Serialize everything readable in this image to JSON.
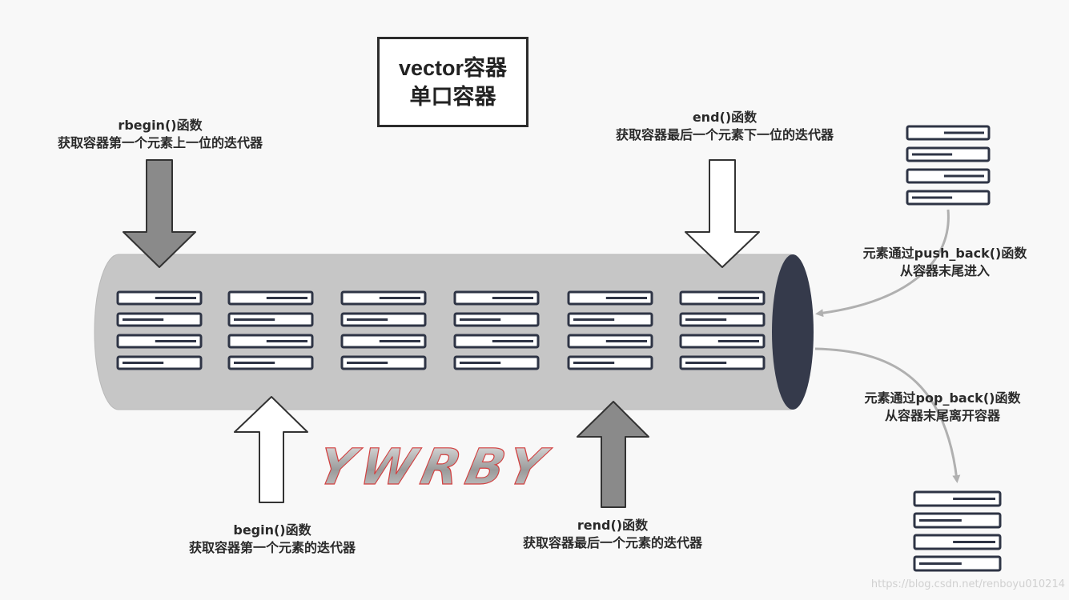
{
  "title": {
    "line1": "vector容器",
    "line2": "单口容器"
  },
  "labels": {
    "rbegin": {
      "line1": "rbegin()函数",
      "line2": "获取容器第一个元素上一位的迭代器"
    },
    "end": {
      "line1": "end()函数",
      "line2": "获取容器最后一个元素下一位的迭代器"
    },
    "begin": {
      "line1": "begin()函数",
      "line2": "获取容器第一个元素的迭代器"
    },
    "rend": {
      "line1": "rend()函数",
      "line2": "获取容器最后一个元素的迭代器"
    },
    "push_back": {
      "line1": "元素通过push_back()函数",
      "line2": "从容器末尾进入"
    },
    "pop_back": {
      "line1": "元素通过pop_back()函数",
      "line2": "从容器末尾离开容器"
    }
  },
  "watermark_logo": "YWRBY",
  "source_watermark": "https://blog.csdn.net/renboyu010214",
  "colors": {
    "tube": "#c6c6c6",
    "tube_end": "#353a4b",
    "stack": "#2e3445",
    "arrow_gray": "#8a8a8a",
    "arrow_white": "#ffffff",
    "curve": "#b0b0b0"
  },
  "icons": {
    "element_stack": "stacked-records-icon"
  }
}
